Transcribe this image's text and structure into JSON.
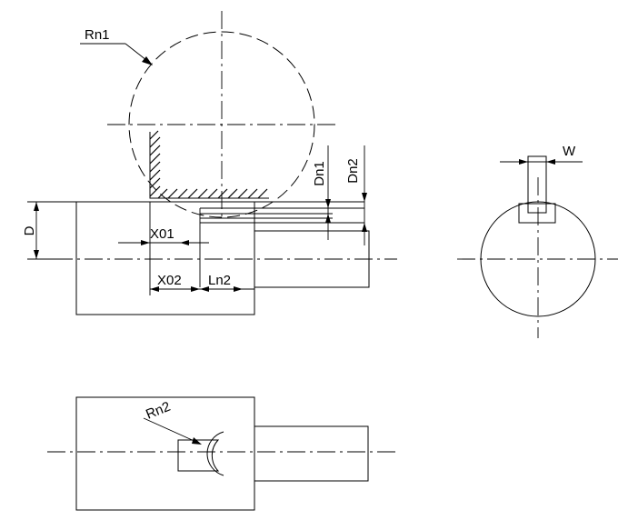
{
  "labels": {
    "rn1": "Rn1",
    "rn2": "Rn2",
    "dn1": "Dn1",
    "dn2": "Dn2",
    "d": "D",
    "x01": "X01",
    "x02": "X02",
    "ln2": "Ln2",
    "w": "W"
  }
}
